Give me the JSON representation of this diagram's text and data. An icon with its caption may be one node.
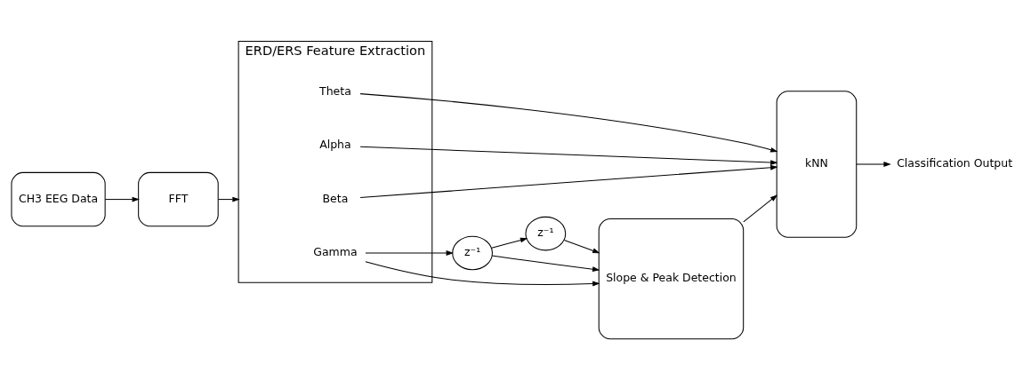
{
  "diagram": {
    "nodes": [
      {
        "text": [
          "CH3 EEG Data"
        ]
      },
      {
        "text": [
          "FFT"
        ]
      },
      {
        "text": [
          "ERD/ERS Feature Extraction"
        ]
      },
      {
        "text": [
          "Theta"
        ],
        "in": 2
      },
      {
        "text": [
          "Alpha"
        ],
        "in": 2
      },
      {
        "text": [
          "Beta"
        ],
        "in": 2
      },
      {
        "text": [
          "Gamma"
        ],
        "in": 2
      },
      {
        "text": [
          "z⁻¹"
        ]
      },
      {
        "text": [
          "z⁻¹"
        ]
      },
      {
        "text": [
          "Slope & Peak Detection"
        ]
      },
      {
        "text": [
          "kNN"
        ]
      },
      {
        "text": [
          "Classification Output"
        ]
      }
    ],
    "edges": [
      {
        "from": 0,
        "to": 1,
        "arrow": "to"
      },
      {
        "from": 1,
        "to": 2,
        "arrow": "to"
      },
      {
        "from": 3,
        "to": 10,
        "arrow": "to"
      },
      {
        "from": 4,
        "to": 10,
        "arrow": "to"
      },
      {
        "from": 5,
        "to": 10,
        "arrow": "to"
      },
      {
        "from": 6,
        "to": 9,
        "arrow": "to"
      },
      {
        "from": 6,
        "to": 7,
        "arrow": "to"
      },
      {
        "from": 7,
        "to": 9,
        "arrow": "to"
      },
      {
        "from": 7,
        "to": 8,
        "arrow": "to"
      },
      {
        "from": 8,
        "to": 9,
        "arrow": "to"
      },
      {
        "from": 9,
        "to": 10,
        "arrow": "to"
      },
      {
        "from": 10,
        "to": 11,
        "arrow": "to"
      }
    ]
  }
}
